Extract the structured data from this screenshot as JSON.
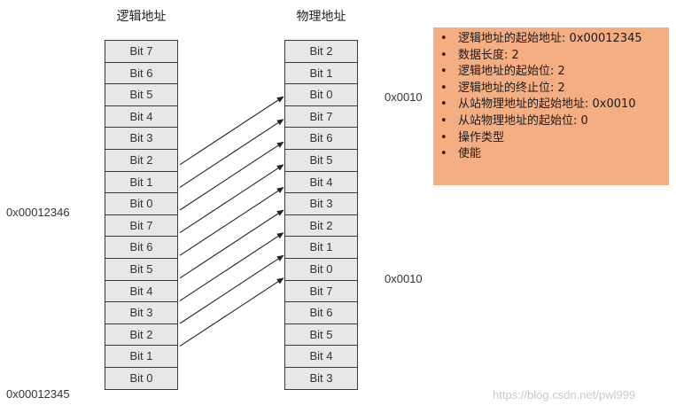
{
  "titles": {
    "logical": "逻辑地址",
    "physical": "物理地址"
  },
  "logical_bits": [
    "Bit 7",
    "Bit 6",
    "Bit 5",
    "Bit 4",
    "Bit 3",
    "Bit 2",
    "Bit 1",
    "Bit 0",
    "Bit 7",
    "Bit 6",
    "Bit 5",
    "Bit 4",
    "Bit 3",
    "Bit 2",
    "Bit 1",
    "Bit 0"
  ],
  "physical_bits": [
    "Bit 2",
    "Bit 1",
    "Bit 0",
    "Bit 7",
    "Bit 6",
    "Bit 5",
    "Bit 4",
    "Bit 3",
    "Bit 2",
    "Bit 1",
    "Bit 0",
    "Bit 7",
    "Bit 6",
    "Bit 5",
    "Bit 4",
    "Bit 3"
  ],
  "addresses": {
    "logical_upper": "0x00012346",
    "logical_lower": "0x00012345",
    "physical_upper": "0x0010",
    "physical_lower": "0x0010"
  },
  "mappings": [
    {
      "from": 5,
      "to": 2
    },
    {
      "from": 6,
      "to": 3
    },
    {
      "from": 7,
      "to": 4
    },
    {
      "from": 8,
      "to": 5
    },
    {
      "from": 9,
      "to": 6
    },
    {
      "from": 10,
      "to": 7
    },
    {
      "from": 11,
      "to": 8
    },
    {
      "from": 12,
      "to": 9
    },
    {
      "from": 13,
      "to": 10
    }
  ],
  "info_items": [
    "逻辑地址的起始地址: 0x00012345",
    "数据长度: 2",
    "逻辑地址的起始位: 2",
    "逻辑地址的终止位: 2",
    "从站物理地址的起始地址: 0x0010",
    "从站物理地址的起始位: 0",
    "操作类型",
    "使能"
  ],
  "info_bullet": "•",
  "watermark": "https://blog.csdn.net/pwl999",
  "colors": {
    "cell_bg": "#e7e7e7",
    "info_bg": "#f4ae82",
    "line": "#222222"
  }
}
